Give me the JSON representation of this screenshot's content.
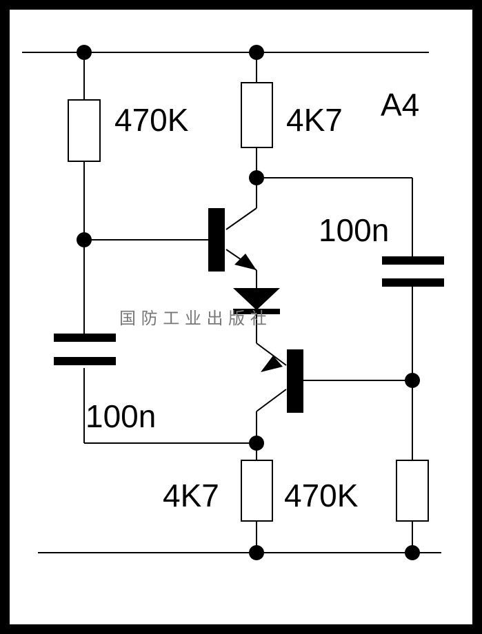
{
  "circuit": {
    "label": "A4",
    "components": {
      "r_top_left": "470K",
      "r_top_right": "4K7",
      "c_right": "100n",
      "c_left": "100n",
      "r_bottom_left": "4K7",
      "r_bottom_right": "470K"
    }
  },
  "watermark": "国 防 工 业 出 版 社",
  "colors": {
    "ink": "#000000",
    "paper": "#ffffff",
    "frame": "#000000",
    "watermark": "#777777"
  }
}
